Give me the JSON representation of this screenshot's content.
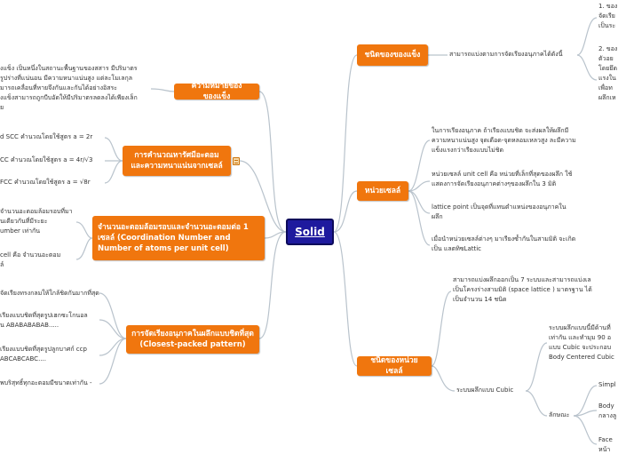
{
  "central": {
    "label": "Solid"
  },
  "branches": {
    "definition": {
      "label": "ความหมายของของแข็ง",
      "leaves": [
        "งแข็ง เป็นหนึ่งในสถานะพื้นฐานของสสาร มีปริมาตร",
        "รูปร่างที่แน่นอน มีความหนาแน่นสูง แต่ละโมเลกุล",
        "มารถเคลื่อนที่หายจึงกันและกันได้อย่างอิสระ",
        "งแข็งสามารถถูกบีบอัดให้มีปริมาตรลดลงได้เพียงเล็ก",
        "ย"
      ]
    },
    "radius": {
      "label": "การคำนวณหารัศมีอะตอม และความหนาแน่นจากเซลล์",
      "leaves": [
        "d SCC คำนวณโดยใช้สูตร a = 2r",
        "CC คำนวณโดยใช้สูตร a = 4r/√3",
        "FCC คำนวณโดยใช้สูตร a = √8r"
      ]
    },
    "coordination": {
      "label": "จำนวนอะตอมล้อมรอบและจำนวนอะตอมต่อ 1 เซลล์ (Coordination Number and Number of atoms per unit cell)",
      "leaves": [
        "จำนวนอะตอมล้อมรอบที่มา",
        "นเดียวกันที่มีระยะ",
        "umber เท่ากัน",
        "cell คือ จำนวนอะตอม",
        "ล์"
      ]
    },
    "packing": {
      "label": "การจัดเรียงอนุภาคในผลึกแบบชิดที่สุด (Closest-packed pattern)",
      "leaves": [
        "จัดเรียงทรงกลมให้ใกล้ชิดกันมากที่สุด",
        "เรียงแบบชิดที่สุดรูปเฮกซะโกนอล",
        "น ABABABABAB.....",
        "เรียงแบบชิดที่สุดรูปลูกบาศก์ ccp",
        "ABCABCABC....",
        "พบริสุทธิ์ทุกอะตอมมีขนาดเท่ากัน -"
      ]
    },
    "types": {
      "label": "ชนิดของของแข็ง",
      "leaf": "สามารถแบ่งตามการจัดเรียงอนุภาคได้ดังนี้",
      "subleaves": [
        [
          "1. ของ",
          "จัดเรีย",
          "เป็นระ"
        ],
        [
          "2. ของ",
          "ตัวอย",
          "โดยยึด",
          "แรงใน",
          "เพื่อท",
          "ผลึกเห"
        ]
      ]
    },
    "unitcell": {
      "label": "หน่วยเซลล์",
      "leaves": [
        [
          "ในการเรียงอนุภาค ถ้าเรียงแบบชิด จะส่งผลให้ผลึกมี",
          "ความหนาแน่นสูง จุดเดือด-จุดหลอมเหลวสูง ละมีความ",
          "แข็งแรงกว่าเรียงแบบไม่ชิด"
        ],
        [
          "หน่วยเซลล์ unit cell คือ หน่วยที่เล็กที่สุดของผลึก ใช้",
          "แสดงการจัดเรียงอนุภาคต่างๆของผลึกใน 3 มิติ"
        ],
        [
          "lattice point เป็นจุดที่แทนตำแหน่งของอนุภาคใน",
          "ผลึก"
        ],
        [
          "เมื่อนำหน่วยเซลล์ต่างๆ มาเรียงซ้ำกันในสามมิติ จะเกิด",
          "เป็น แลตทิซLattic"
        ]
      ]
    },
    "celltypes": {
      "label": "ชนิดของหน่วยเซลล์",
      "leaf": [
        "สามารถแบ่งผลึกออกเป็น 7 ระบบและสามารถแบ่งเล",
        "เป็นโครงร่างสามมิติ (space lattice ) มาตรฐาน ได้",
        "เป็นจำนวน 14 ชนิด"
      ],
      "cubic": {
        "label": "ระบบผลึกแบบ Cubic",
        "desc": [
          "ระบบผลึกแบบนี้มีด้านที่",
          "เท่ากัน และทำมุม 90 อ",
          "แบบ Cubic จะประกอบ",
          "Body Centered Cubic"
        ],
        "kinds_label": "ลักษณะ",
        "kinds": [
          [
            "Simpl"
          ],
          [
            "Body",
            "กลางลู"
          ],
          [
            "Face",
            "หน้า"
          ]
        ]
      }
    }
  }
}
